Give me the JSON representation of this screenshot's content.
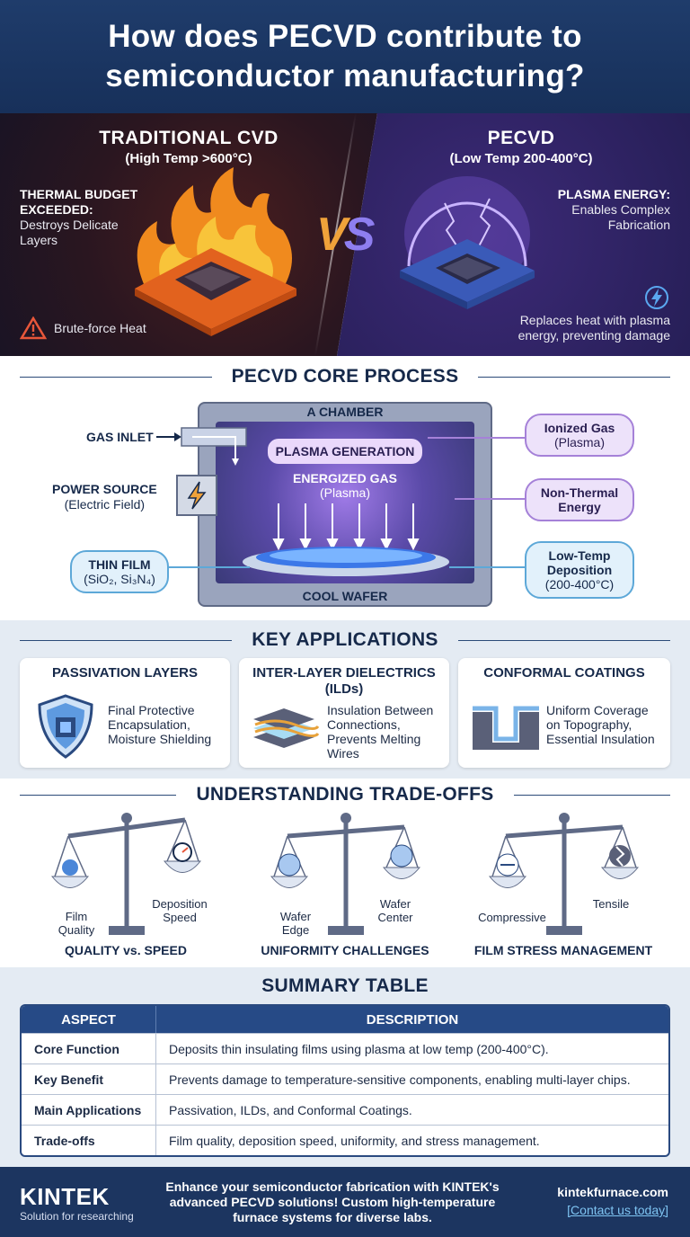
{
  "header": {
    "title_line1": "How does PECVD contribute to",
    "title_line2": "semiconductor manufacturing?"
  },
  "comparison": {
    "left": {
      "title": "TRADITIONAL CVD",
      "subtitle": "(High Temp >600°C)",
      "note_bold1": "THERMAL BUDGET",
      "note_bold2": "EXCEEDED:",
      "note_line1": "Destroys Delicate",
      "note_line2": "Layers",
      "warning": "Brute-force Heat"
    },
    "vs_text": {
      "v": "V",
      "s": "S"
    },
    "right": {
      "title": "PECVD",
      "subtitle": "(Low Temp 200-400°C)",
      "note_bold": "PLASMA ENERGY:",
      "note_line1": "Enables Complex",
      "note_line2": "Fabrication",
      "footer_line1": "Replaces heat with plasma",
      "footer_line2": "energy, preventing damage"
    }
  },
  "process": {
    "heading": "PECVD CORE PROCESS",
    "chamber": "A CHAMBER",
    "plasma_gen": "PLASMA GENERATION",
    "energized_gas": "ENERGIZED GAS",
    "plasma": "(Plasma)",
    "cool_wafer": "COOL WAFER",
    "gas_inlet": "GAS INLET",
    "power_source": "POWER SOURCE",
    "electric_field": "(Electric Field)",
    "thin_film": "THIN FILM",
    "thin_film_sub": "(SiO₂, Si₃N₄)",
    "ionized_gas": "Ionized Gas",
    "ionized_sub": "(Plasma)",
    "non_thermal1": "Non-Thermal",
    "non_thermal2": "Energy",
    "low_temp1": "Low-Temp",
    "low_temp2": "Deposition",
    "low_temp3": "(200-400°C)"
  },
  "applications": {
    "heading": "KEY APPLICATIONS",
    "items": [
      {
        "title": "PASSIVATION LAYERS",
        "title2": "",
        "desc1": "Final Protective",
        "desc2": "Encapsulation,",
        "desc3": "Moisture Shielding",
        "desc4": ""
      },
      {
        "title": "INTER-LAYER DIELECTRICS",
        "title2": "(ILDs)",
        "desc1": "Insulation Between",
        "desc2": "Connections,",
        "desc3": "Prevents Melting",
        "desc4": "Wires"
      },
      {
        "title": "CONFORMAL COATINGS",
        "title2": "",
        "desc1": "Uniform Coverage",
        "desc2": "on Topography,",
        "desc3": "Essential Insulation",
        "desc4": ""
      }
    ]
  },
  "tradeoffs": {
    "heading": "UNDERSTANDING TRADE-OFFS",
    "items": [
      {
        "caption": "QUALITY vs. SPEED",
        "left1": "Film",
        "left2": "Quality",
        "right1": "Deposition",
        "right2": "Speed"
      },
      {
        "caption": "UNIFORMITY CHALLENGES",
        "left1": "Wafer",
        "left2": "Edge",
        "right1": "Wafer",
        "right2": "Center"
      },
      {
        "caption": "FILM STRESS MANAGEMENT",
        "left1": "Compressive",
        "left2": "",
        "right1": "Tensile",
        "right2": ""
      }
    ]
  },
  "summary": {
    "heading": "SUMMARY TABLE",
    "col1": "ASPECT",
    "col2": "DESCRIPTION",
    "rows": [
      {
        "aspect": "Core Function",
        "desc": "Deposits thin insulating films using plasma at low temp (200-400°C)."
      },
      {
        "aspect": "Key Benefit",
        "desc": "Prevents damage to temperature-sensitive components, enabling multi-layer chips."
      },
      {
        "aspect": "Main Applications",
        "desc": "Passivation, ILDs, and Conformal Coatings."
      },
      {
        "aspect": "Trade-offs",
        "desc": "Film quality, deposition speed, uniformity, and stress management."
      }
    ]
  },
  "footer": {
    "brand": "KINTEK",
    "tagline": "Solution for researching",
    "cta1": "Enhance your semiconductor fabrication with KINTEK's",
    "cta2": "advanced PECVD solutions! Custom high-temperature",
    "cta3": "furnace systems for diverse labs.",
    "site": "kintekfurnace.com",
    "contact": "[Contact us today]"
  }
}
